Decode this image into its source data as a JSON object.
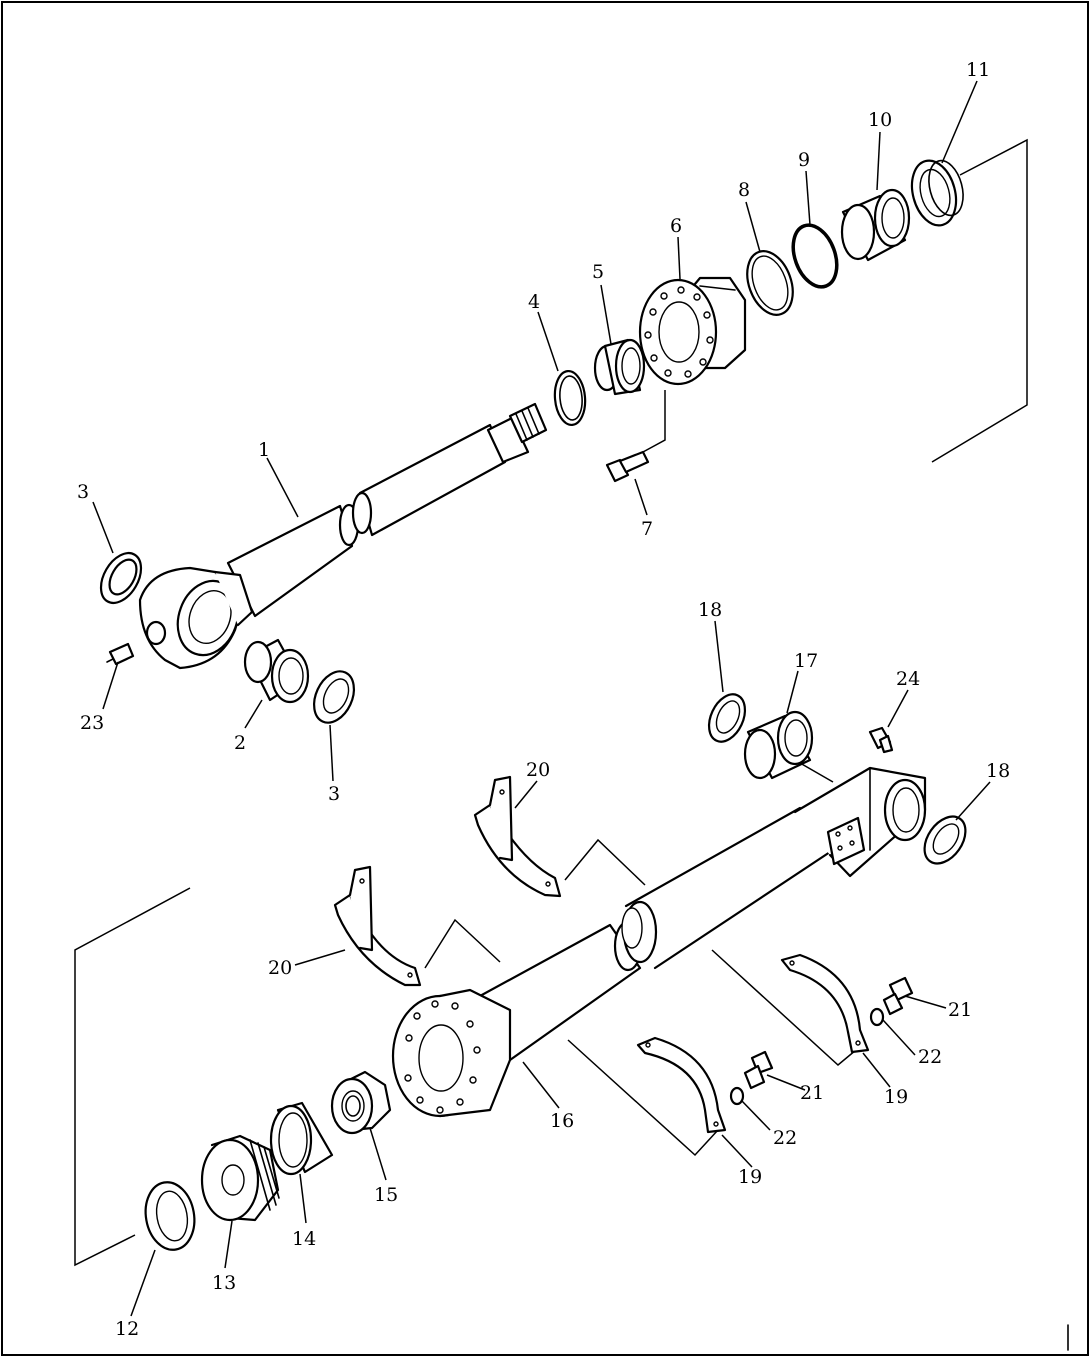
{
  "callouts": {
    "c1": "1",
    "c2": "2",
    "c3a": "3",
    "c3b": "3",
    "c4": "4",
    "c5": "5",
    "c6": "6",
    "c7": "7",
    "c8": "8",
    "c9": "9",
    "c10": "10",
    "c11": "11",
    "c12": "12",
    "c13": "13",
    "c14": "14",
    "c15": "15",
    "c16": "16",
    "c17": "17",
    "c18a": "18",
    "c18b": "18",
    "c19a": "19",
    "c19b": "19",
    "c20a": "20",
    "c20b": "20",
    "c21a": "21",
    "c21b": "21",
    "c22a": "22",
    "c22b": "22",
    "c23": "23",
    "c24": "24"
  }
}
